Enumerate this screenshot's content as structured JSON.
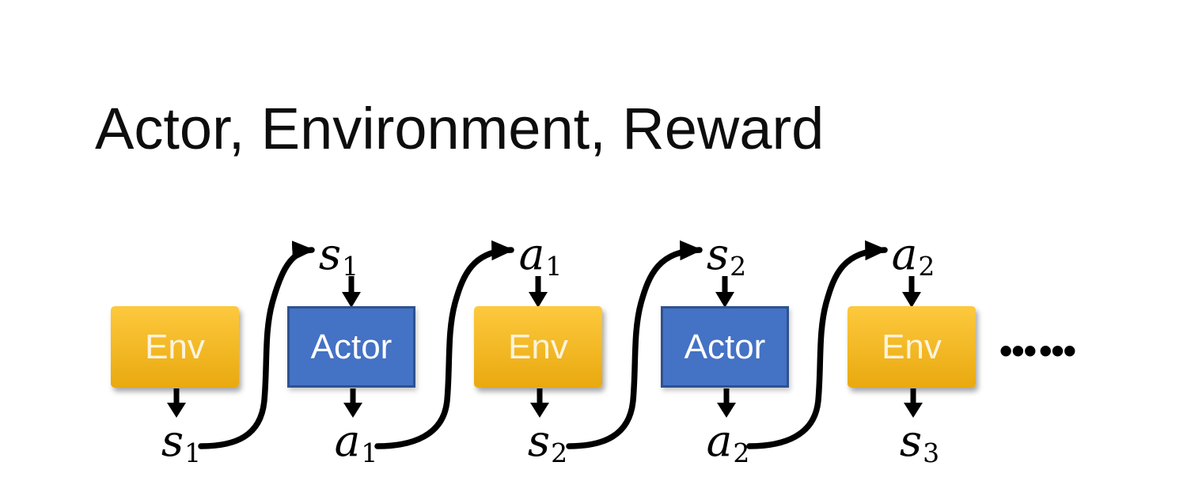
{
  "title": "Actor, Environment, Reward",
  "diagram": {
    "boxes": [
      {
        "label": "Env",
        "type": "env"
      },
      {
        "label": "Actor",
        "type": "actor"
      },
      {
        "label": "Env",
        "type": "env"
      },
      {
        "label": "Actor",
        "type": "actor"
      },
      {
        "label": "Env",
        "type": "env"
      }
    ],
    "top_labels": [
      {
        "letter": "s",
        "sub": "1"
      },
      {
        "letter": "a",
        "sub": "1"
      },
      {
        "letter": "s",
        "sub": "2"
      },
      {
        "letter": "a",
        "sub": "2"
      }
    ],
    "bottom_labels": [
      {
        "letter": "s",
        "sub": "1"
      },
      {
        "letter": "a",
        "sub": "1"
      },
      {
        "letter": "s",
        "sub": "2"
      },
      {
        "letter": "a",
        "sub": "2"
      },
      {
        "letter": "s",
        "sub": "3"
      }
    ],
    "ellipsis": "••• •••",
    "colors": {
      "title_text": "#0d0d0d",
      "env_gradient_top": "#FDC93E",
      "env_gradient_bottom": "#E9A90F",
      "env_text": "#FBF3DD",
      "actor_fill": "#4472C4",
      "actor_border": "#2F528F",
      "actor_text": "#FFFFFF",
      "arrow": "#000000"
    }
  }
}
